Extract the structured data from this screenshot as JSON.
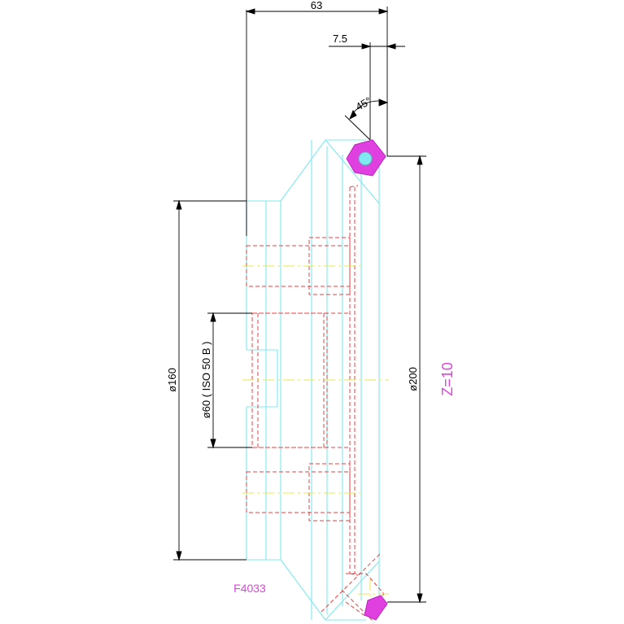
{
  "drawing": {
    "dimensions": {
      "overall_width": "63",
      "chamfer_offset": "7.5",
      "chamfer_angle": "45°",
      "dia_outer": "ø200",
      "dia_hub": "ø160",
      "dia_bore": "ø60 ( ISO 50 B )"
    },
    "annotations": {
      "part_code": "F4033",
      "tooth_count": "Z=10"
    },
    "colors": {
      "outline": "#7fe8f0",
      "hidden": "#e84040",
      "centerline": "#e8e850",
      "dimension": "#000000",
      "marker": "#e040e0"
    }
  }
}
